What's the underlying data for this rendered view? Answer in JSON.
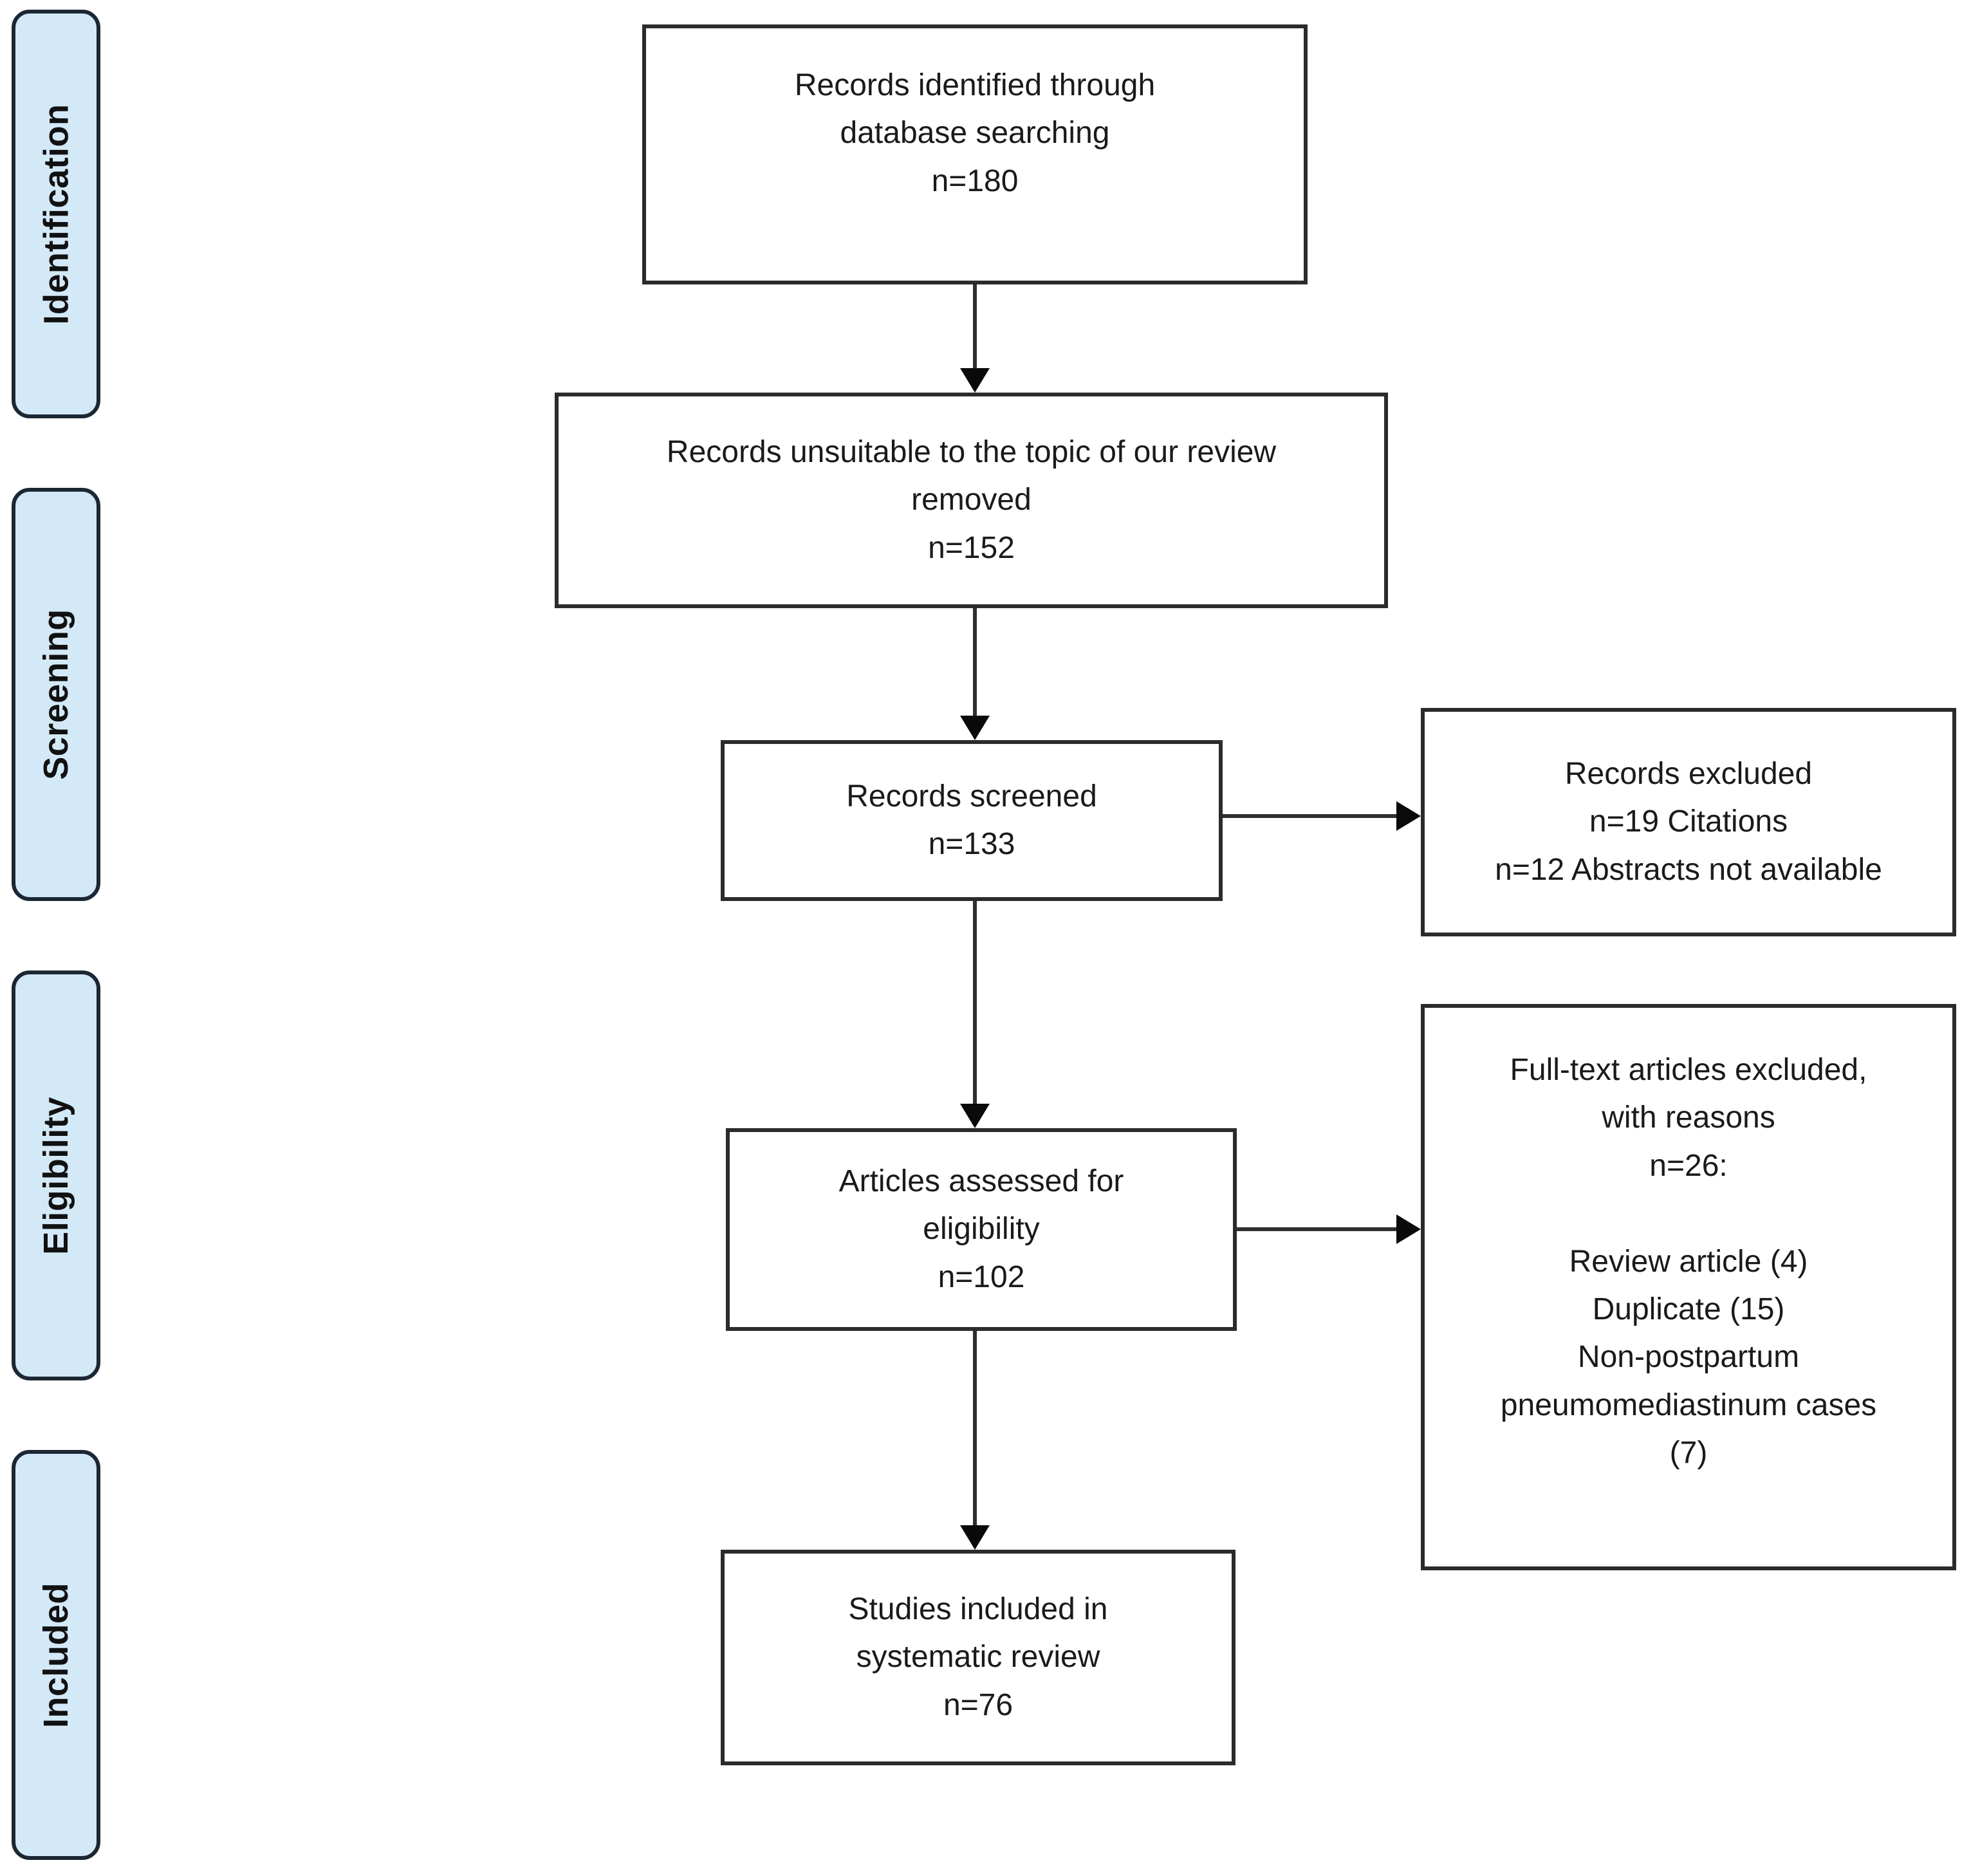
{
  "diagram_type": "prisma-flow",
  "stages": {
    "labels": [
      {
        "id": "identification",
        "text": "Identification"
      },
      {
        "id": "screening",
        "text": "Screening"
      },
      {
        "id": "eligibility",
        "text": "Eligibility"
      },
      {
        "id": "included",
        "text": "Included"
      }
    ]
  },
  "boxes": {
    "identified": {
      "lines": [
        "Records identified through",
        "database searching",
        "n=180"
      ]
    },
    "removed": {
      "lines": [
        "Records unsuitable to the topic of our review",
        "removed",
        "n=152"
      ]
    },
    "screened": {
      "lines": [
        "Records screened",
        "n=133"
      ]
    },
    "records_excluded": {
      "lines": [
        "Records excluded",
        "n=19 Citations",
        "n=12 Abstracts not available"
      ]
    },
    "assessed": {
      "lines": [
        "Articles assessed for",
        "eligibility",
        "n=102"
      ]
    },
    "fulltext_excluded": {
      "lines": [
        "Full-text articles excluded,",
        "with reasons",
        "n=26:",
        "",
        "Review article (4)",
        "Duplicate (15)",
        "Non-postpartum",
        "pneumomediastinum cases",
        "(7)"
      ]
    },
    "included_studies": {
      "lines": [
        "Studies included in",
        "systematic review",
        "n=76"
      ]
    }
  },
  "colors": {
    "stage_fill": "#d3e9f8",
    "stage_border": "#1c2733",
    "box_border": "#2b2b2b",
    "arrow": "#0a0a0a",
    "text": "#1a1a1a",
    "background": "#ffffff"
  }
}
